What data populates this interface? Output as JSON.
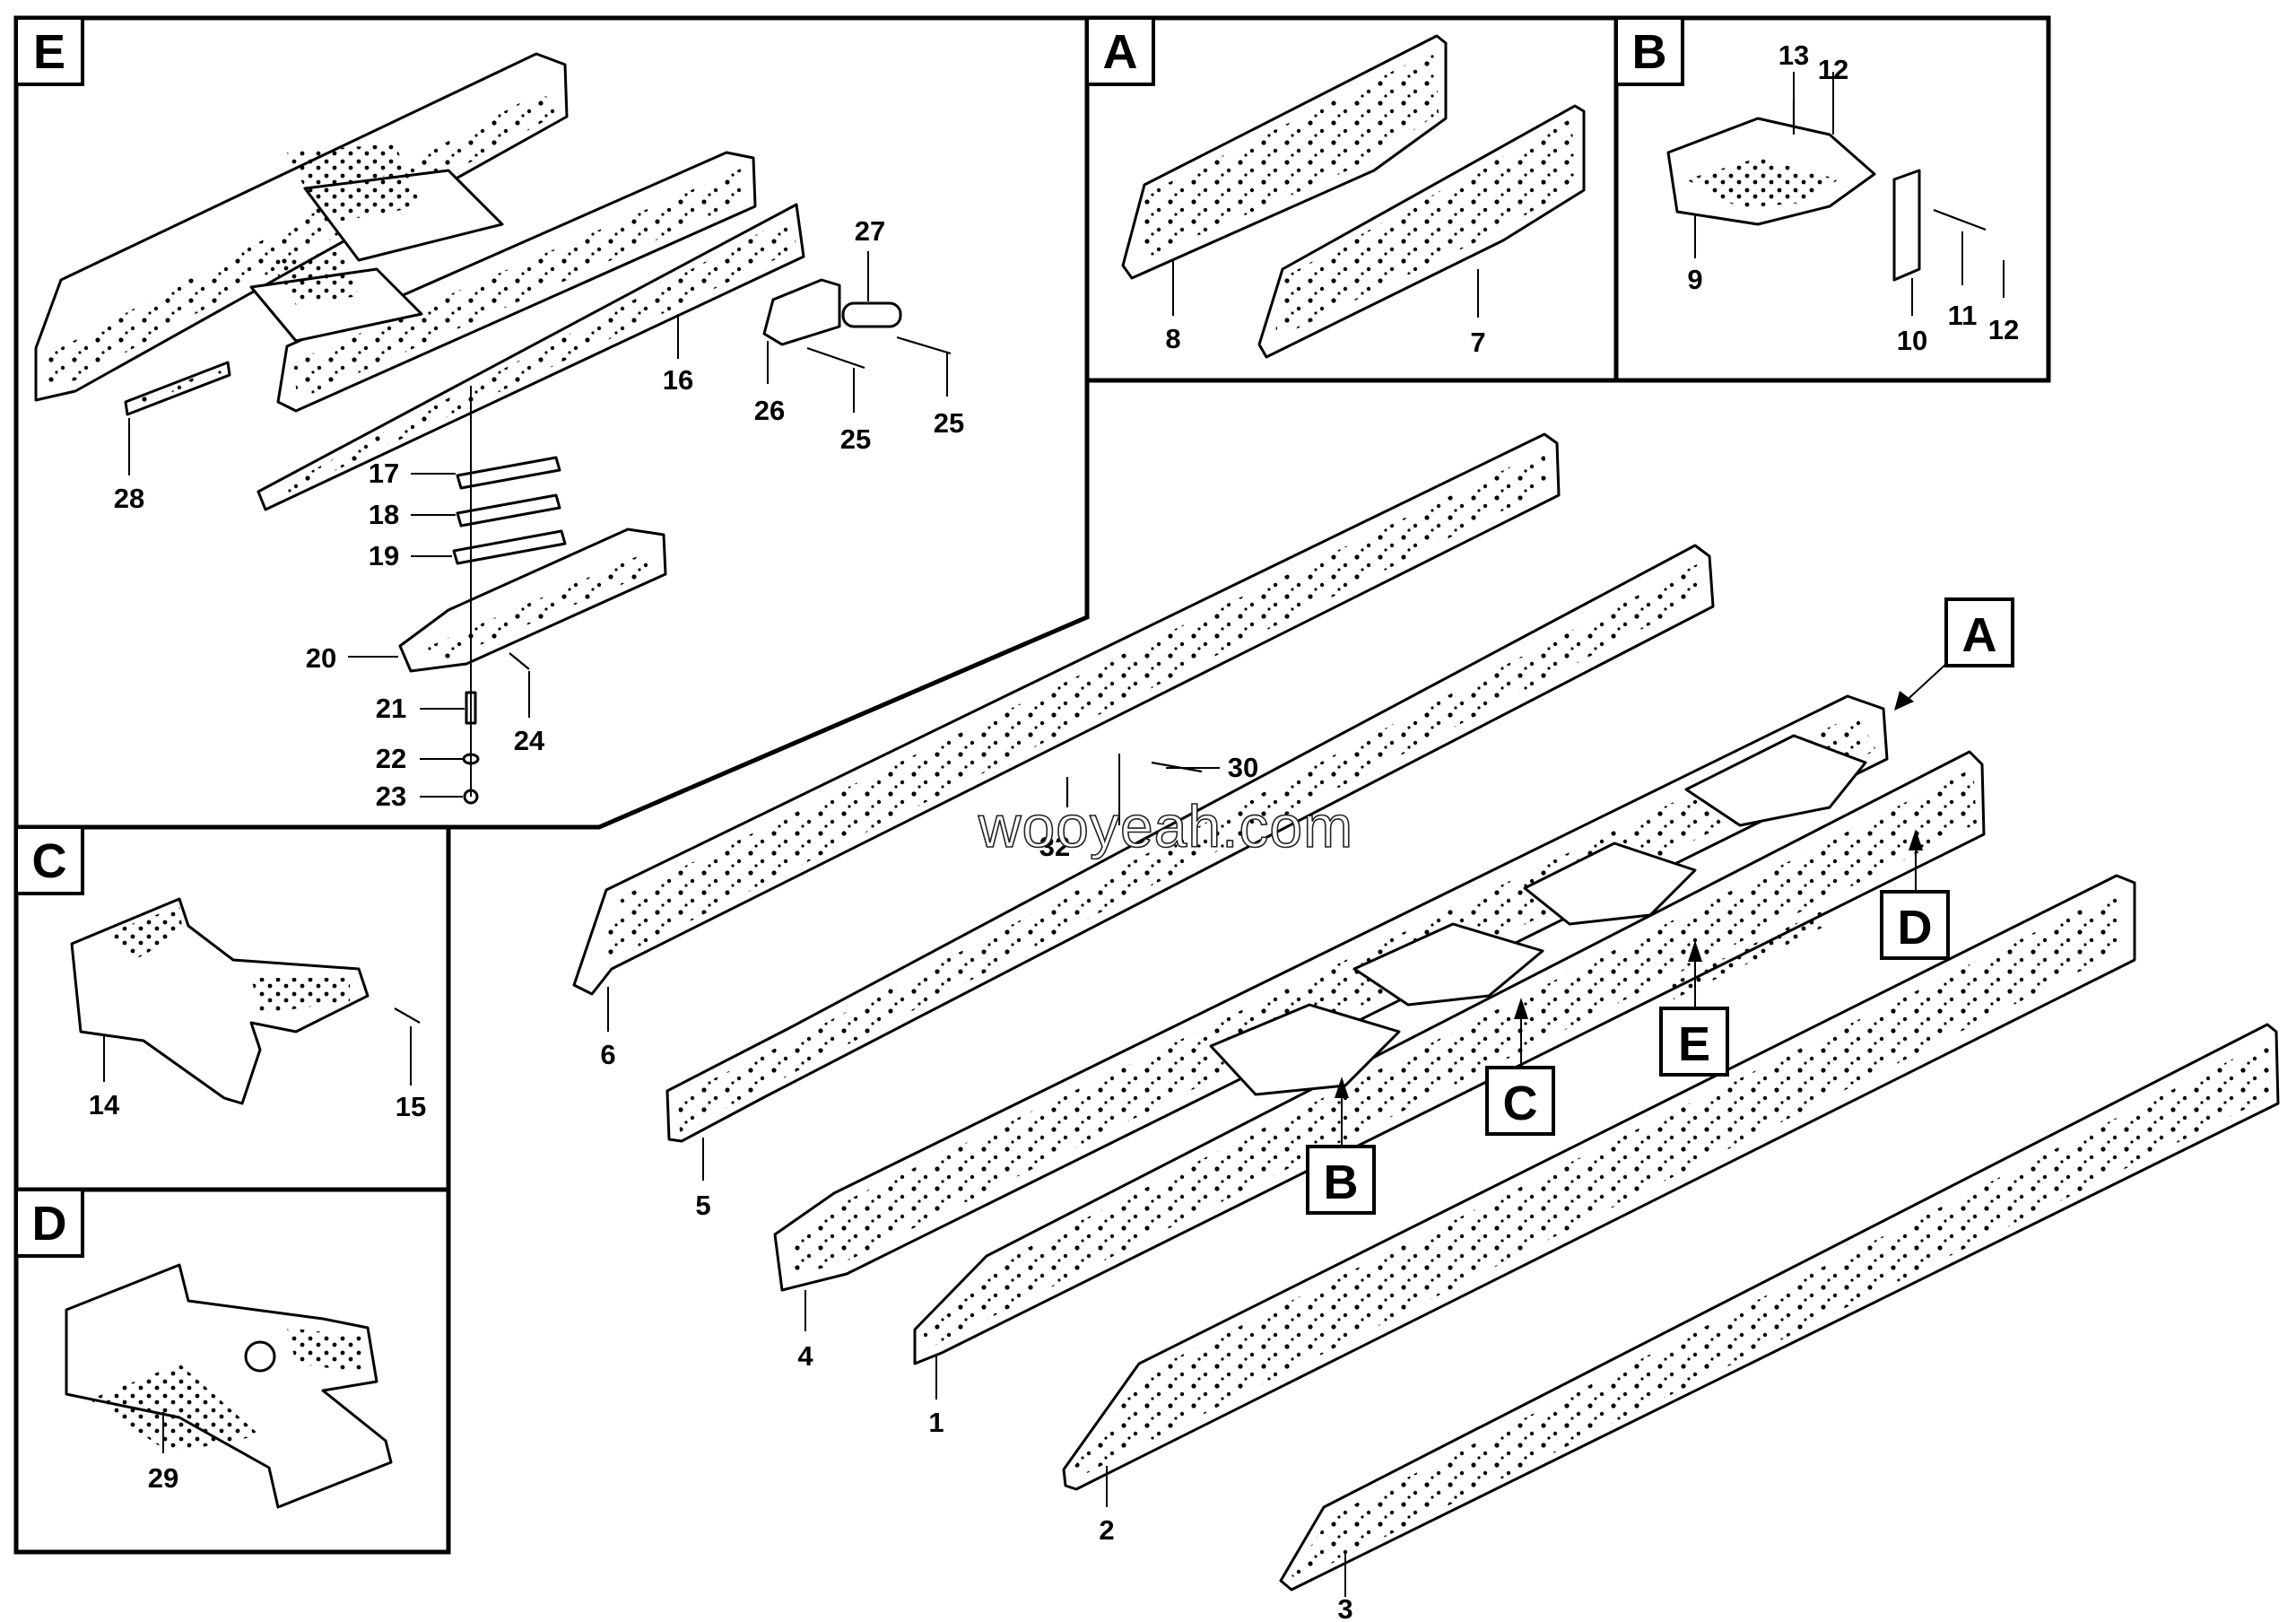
{
  "watermark": "wooyeah.com",
  "panels": {
    "E": {
      "letter": "E",
      "labels": [
        "27",
        "16",
        "26",
        "25",
        "25",
        "28",
        "17",
        "18",
        "19",
        "20",
        "21",
        "24",
        "22",
        "23"
      ]
    },
    "A": {
      "letter": "A",
      "labels": [
        "8",
        "7"
      ]
    },
    "B": {
      "letter": "B",
      "labels": [
        "13",
        "12",
        "9",
        "10",
        "11",
        "12"
      ]
    },
    "C": {
      "letter": "C",
      "labels": [
        "14",
        "15"
      ]
    },
    "D": {
      "letter": "D",
      "labels": [
        "29"
      ]
    }
  },
  "main": {
    "callouts": [
      "A",
      "D",
      "E",
      "C",
      "B"
    ],
    "labels": [
      "30",
      "32",
      "6",
      "5",
      "4",
      "1",
      "2",
      "3"
    ]
  }
}
